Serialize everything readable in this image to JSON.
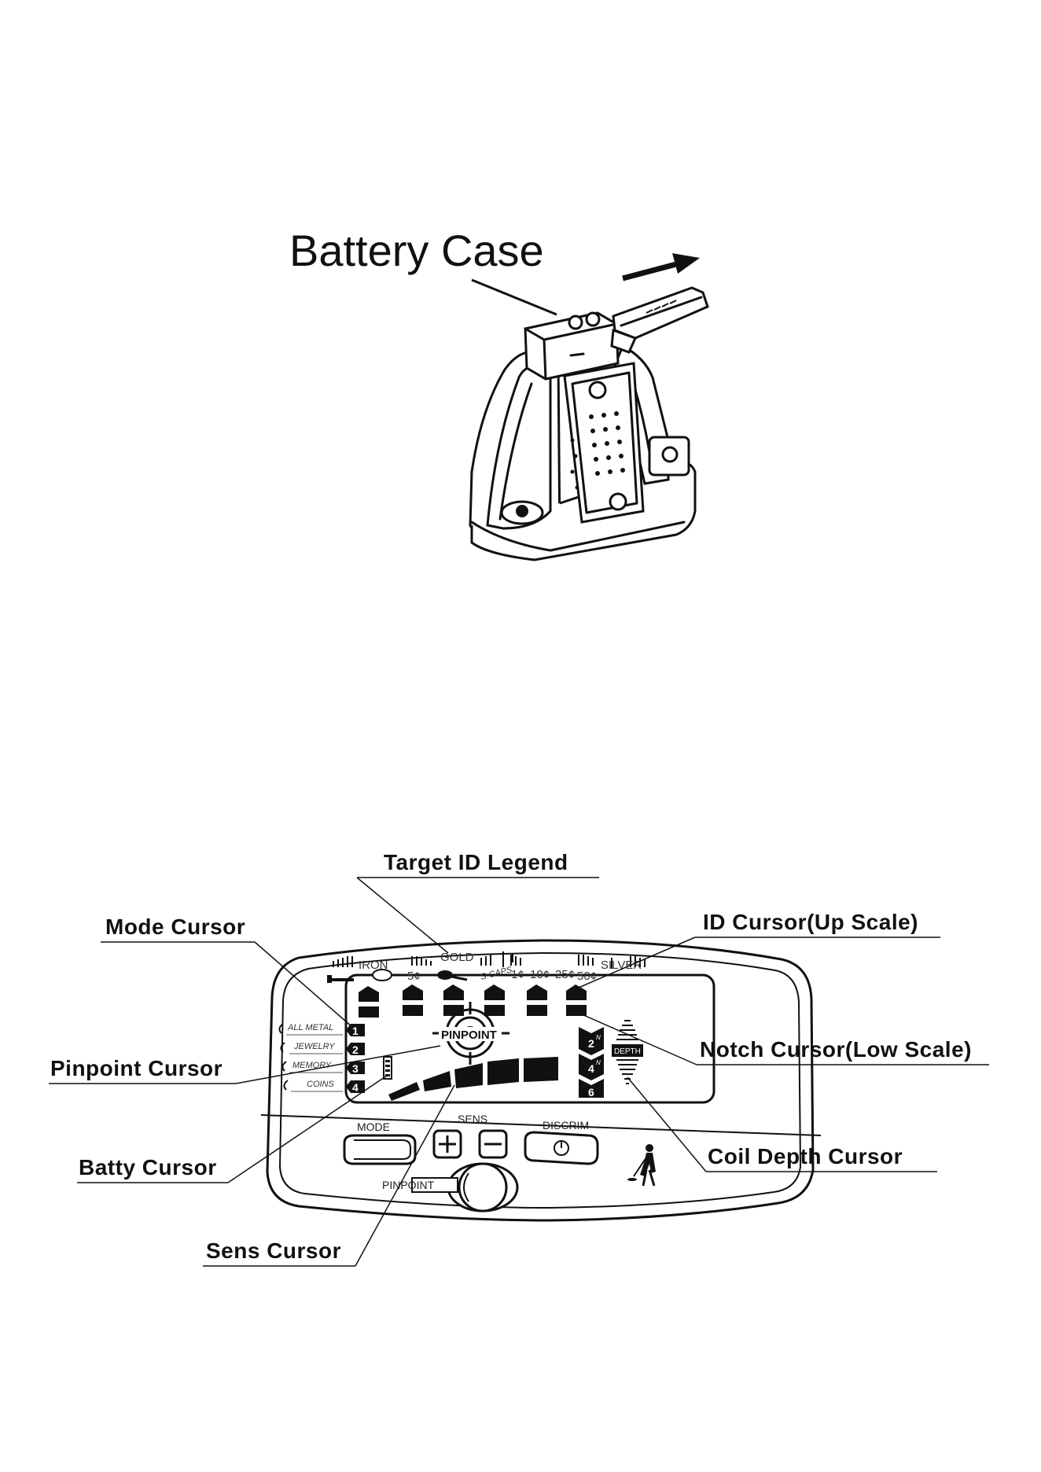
{
  "battery_figure": {
    "label": "Battery Case"
  },
  "control_panel": {
    "target_id_legend": {
      "groups": [
        "IRON",
        "GOLD",
        "SILVER"
      ],
      "coins": [
        "5¢",
        "S-CAPS",
        "1¢",
        "10¢",
        "25¢",
        "50¢"
      ]
    },
    "modes": [
      "ALL METAL",
      "JEWELRY",
      "MEMORY",
      "COINS"
    ],
    "mode_numbers": [
      "1",
      "2",
      "3",
      "4"
    ],
    "notch_numbers": [
      "2",
      "4",
      "6"
    ],
    "notch_suffix": [
      "N",
      "N"
    ],
    "pinpoint_text": "PINPOINT",
    "depth_text": "DEPTH",
    "buttons": {
      "mode": "MODE",
      "sens": "SENS",
      "discrim": "DISCRIM",
      "pinpoint": "PINPOINT"
    }
  },
  "callouts": {
    "target_id_legend": "Target ID Legend",
    "mode_cursor": "Mode Cursor",
    "id_cursor": "ID Cursor(Up Scale)",
    "pinpoint_cursor": "Pinpoint Cursor",
    "notch_cursor": "Notch Cursor(Low Scale)",
    "batty_cursor": "Batty Cursor",
    "coil_depth_cursor": "Coil Depth Cursor",
    "sens_cursor": "Sens Cursor"
  }
}
